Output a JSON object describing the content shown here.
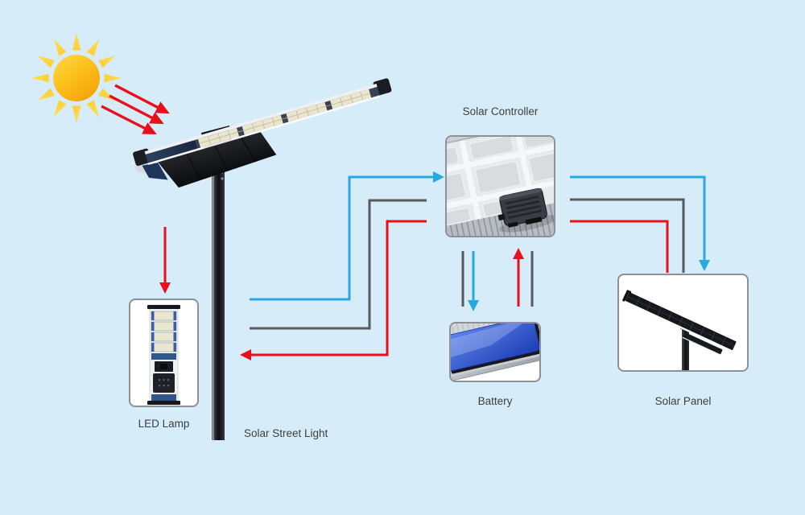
{
  "nodes": {
    "solar_controller": {
      "label": "Solar Controller"
    },
    "battery": {
      "label": "Battery"
    },
    "solar_panel": {
      "label": "Solar Panel"
    },
    "led_lamp": {
      "label": "LED Lamp"
    },
    "street_light": {
      "label": "Solar Street Light"
    }
  },
  "icons": {
    "sun": "sun-icon"
  },
  "flows": [
    {
      "from": "sun",
      "to": "street_light",
      "color": "red",
      "arrows": 3,
      "meaning": "sunlight"
    },
    {
      "from": "street_light",
      "to": "solar_controller",
      "color": "blue",
      "arrowhead": true
    },
    {
      "from": "street_light",
      "to": "solar_controller",
      "color": "gray",
      "arrowhead": false
    },
    {
      "from": "solar_controller",
      "to": "led_lamp",
      "color": "red",
      "arrowhead": true
    },
    {
      "from": "solar_controller",
      "to": "battery",
      "color": "blue",
      "arrowhead": true
    },
    {
      "from": "battery",
      "to": "solar_controller",
      "color": "red",
      "arrowhead": true
    },
    {
      "from": "solar_controller",
      "to": "battery",
      "color": "gray",
      "arrowhead": false,
      "count": 2
    },
    {
      "from": "solar_controller",
      "to": "solar_panel",
      "color": "blue",
      "arrowhead": true
    },
    {
      "from": "solar_controller",
      "to": "solar_panel",
      "color": "gray",
      "arrowhead": false
    },
    {
      "from": "solar_controller",
      "to": "solar_panel",
      "color": "red",
      "arrowhead": false
    }
  ],
  "colors": {
    "background": "#d6ecf9",
    "flow_blue": "#29a8e1",
    "flow_red": "#e8101c",
    "flow_gray": "#58595b",
    "box_border": "#8d9094",
    "box_background": "#ffffff",
    "label_text": "#3e3e3e",
    "sun_yellow": "#ffe352",
    "sun_orange": "#f39000",
    "battery_blue": "#2a52d0"
  }
}
